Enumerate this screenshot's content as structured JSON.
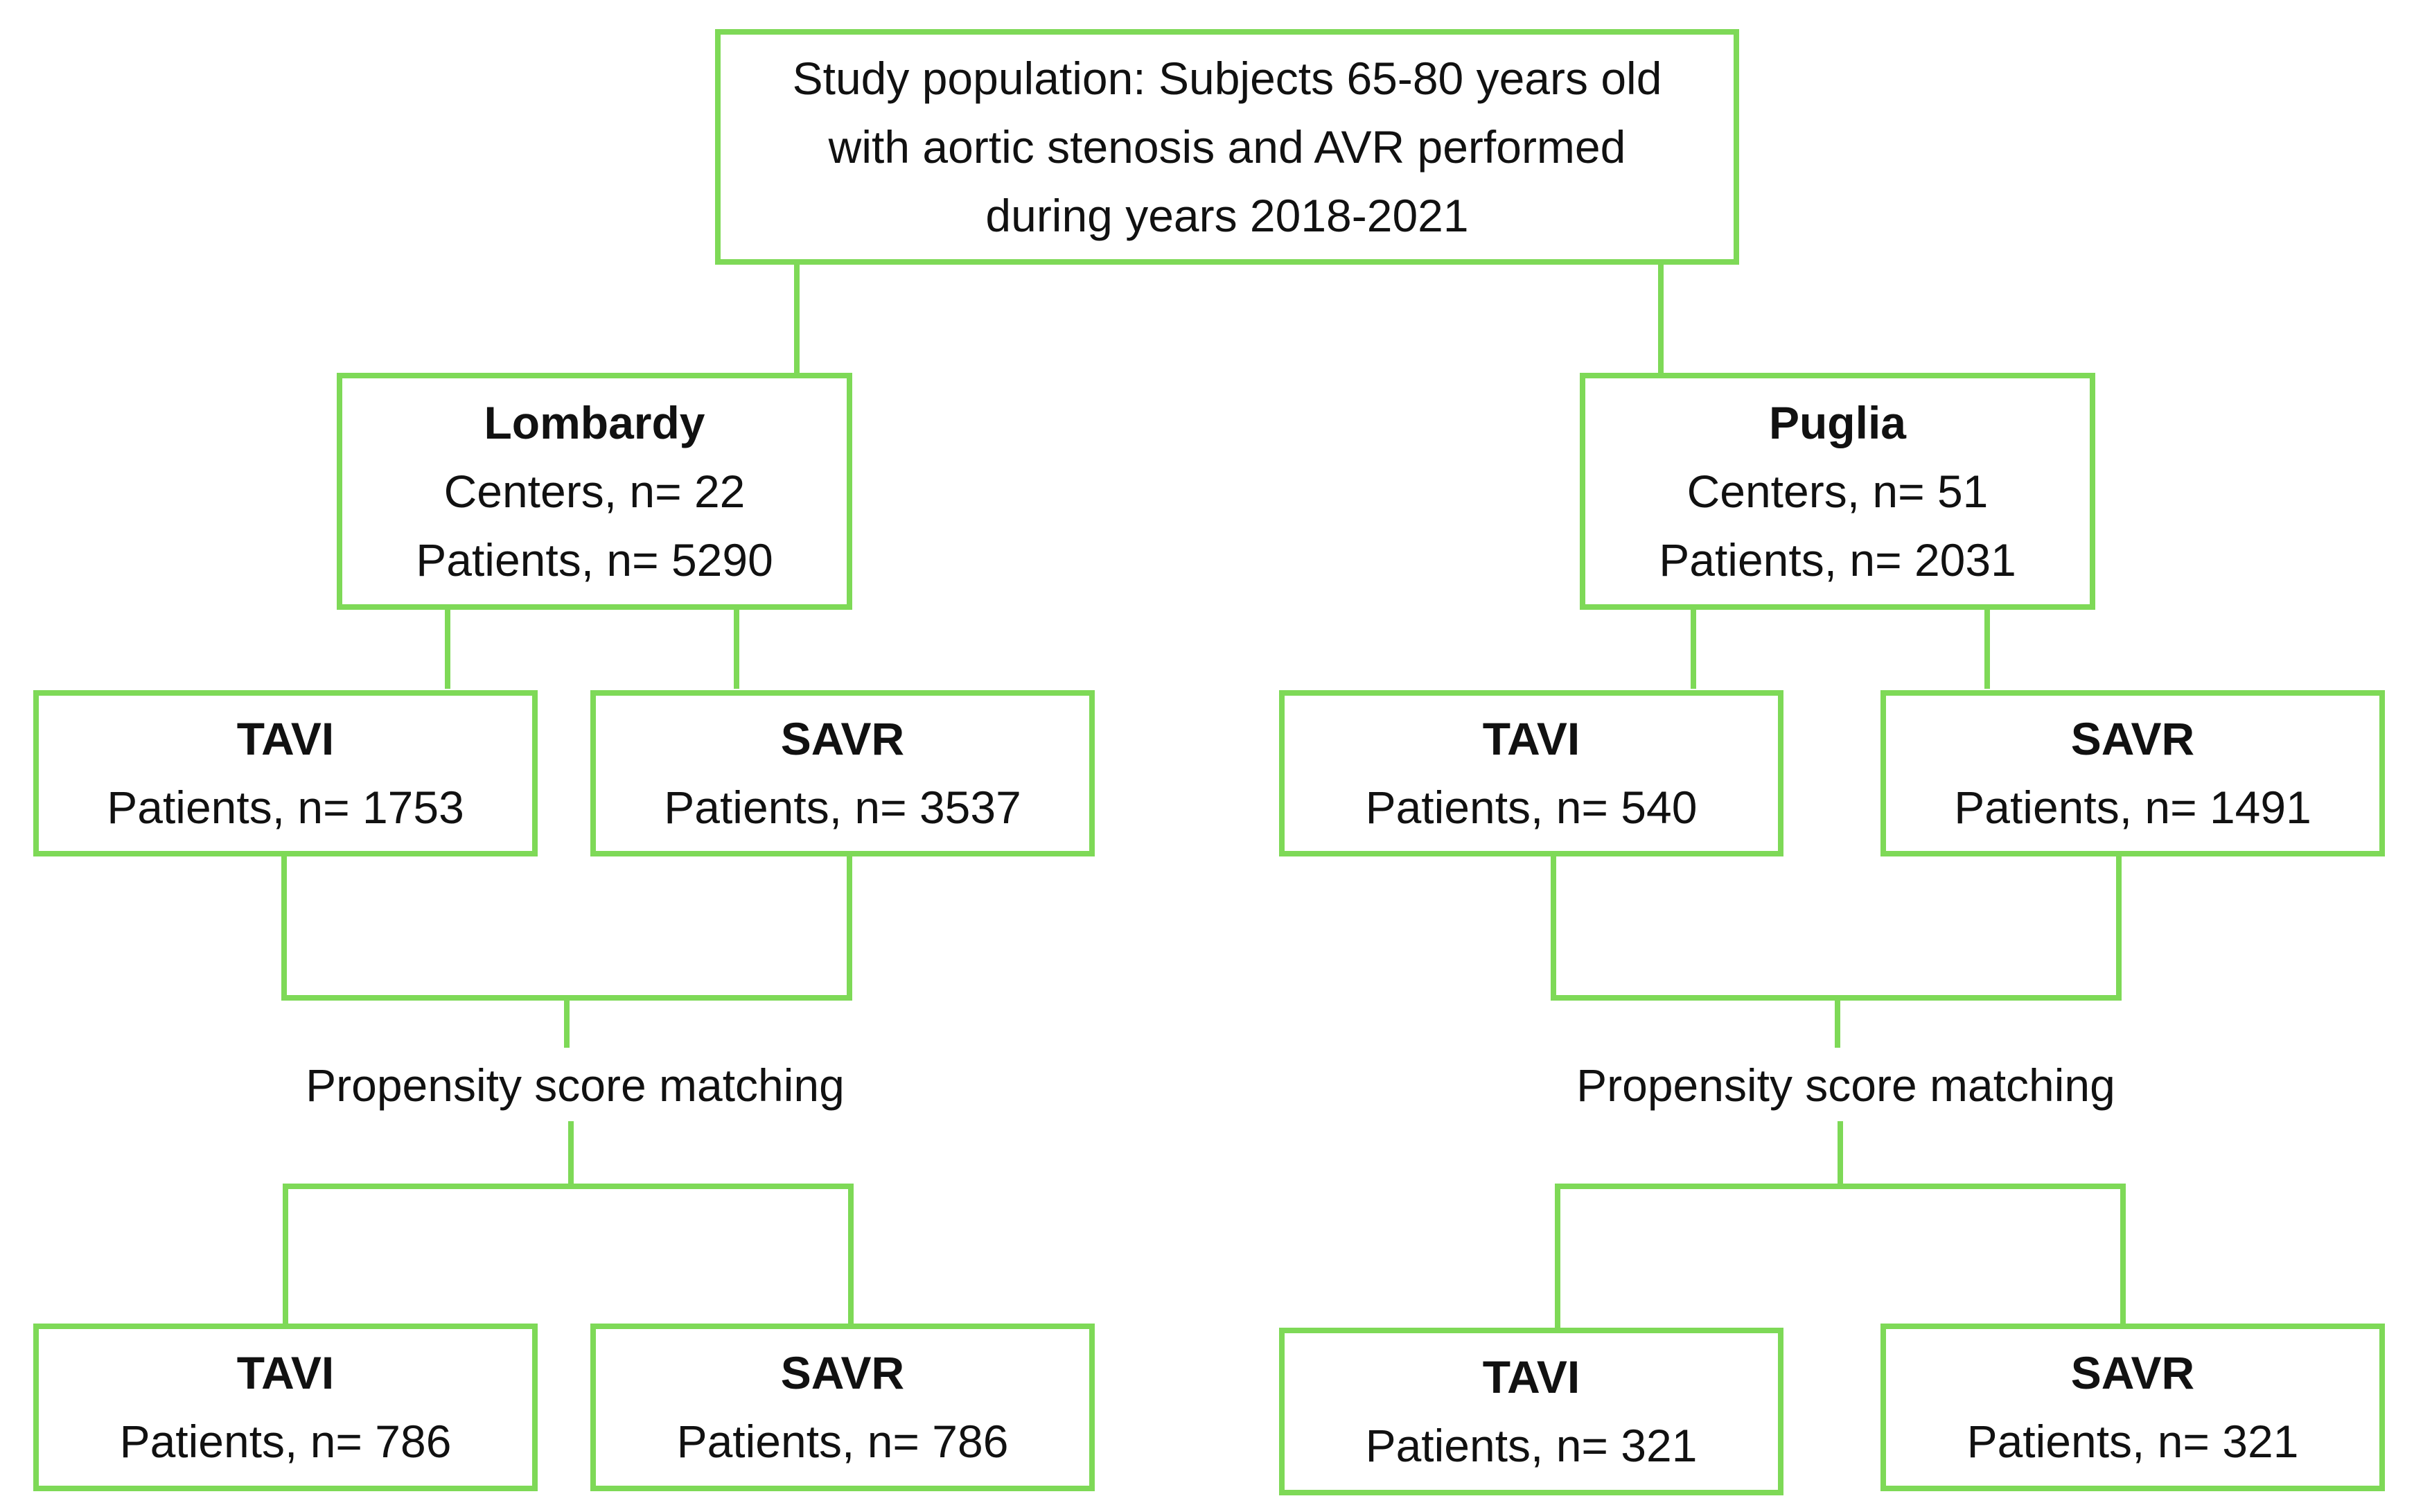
{
  "diagram": {
    "line_color": "#7ed957",
    "root": {
      "text": "Study population: Subjects 65-80 years old with aortic stenosis and AVR performed during years 2018-2021"
    },
    "lombardy": {
      "title": "Lombardy",
      "centers": "Centers, n= 22",
      "patients": "Patients, n= 5290",
      "tavi": {
        "title": "TAVI",
        "patients": "Patients, n= 1753"
      },
      "savr": {
        "title": "SAVR",
        "patients": "Patients, n= 3537"
      },
      "matching": "Propensity score matching",
      "matched_tavi": {
        "title": "TAVI",
        "patients": "Patients, n= 786"
      },
      "matched_savr": {
        "title": "SAVR",
        "patients": "Patients, n= 786"
      }
    },
    "puglia": {
      "title": "Puglia",
      "centers": "Centers, n= 51",
      "patients": "Patients, n= 2031",
      "tavi": {
        "title": "TAVI",
        "patients": "Patients, n= 540"
      },
      "savr": {
        "title": "SAVR",
        "patients": "Patients, n= 1491"
      },
      "matching": "Propensity score matching",
      "matched_tavi": {
        "title": "TAVI",
        "patients": "Patients, n= 321"
      },
      "matched_savr": {
        "title": "SAVR",
        "patients": "Patients, n= 321"
      }
    }
  }
}
